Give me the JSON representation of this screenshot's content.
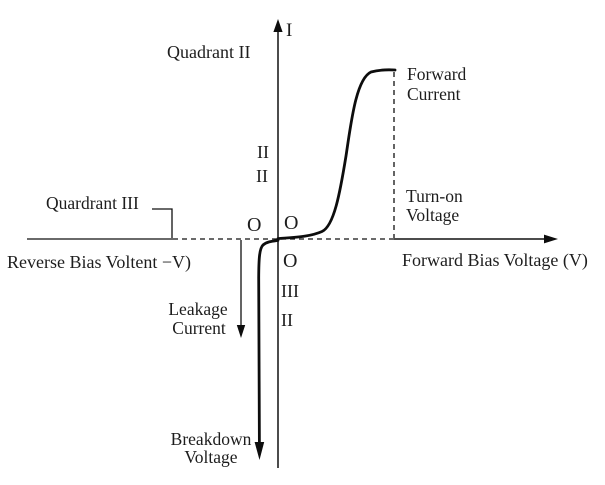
{
  "figure": {
    "description": "Diode I-V characteristic curve diagram",
    "background_color": "#ffffff",
    "ink_color": "#111111"
  },
  "axes": {
    "y_axis_label": "I",
    "reverse_axis_label": "Reverse Bias Voltent −V)",
    "forward_axis_label": "Forward Bias Voltage (V)"
  },
  "quadrants": {
    "quadrant_2_label": "Quadrant II",
    "quadrant_3_label": "Quardrant III"
  },
  "origin": {
    "o_left": "O",
    "o_right": "O",
    "o_below": "O",
    "roman_upper_1": "II",
    "roman_upper_2": "II",
    "roman_lower_1": "III",
    "roman_lower_2": "II"
  },
  "annotations": {
    "forward_current_line1": "Forward",
    "forward_current_line2": "Current",
    "turn_on_line1": "Turn-on",
    "turn_on_line2": "Voltage",
    "leakage_line1": "Leakage",
    "leakage_line2": "Current",
    "breakdown_line1": "Breakdown",
    "breakdown_line2": "Voltage"
  }
}
